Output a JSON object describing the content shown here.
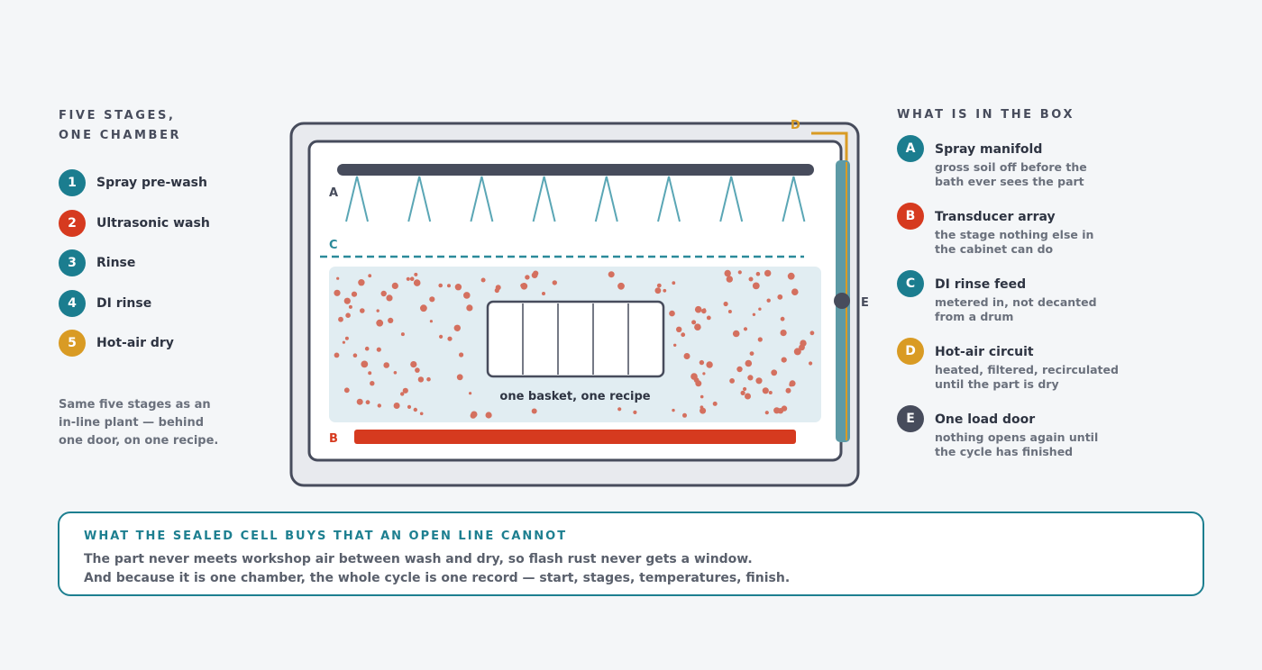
{
  "left_panel": {
    "heading_line1": "FIVE STAGES,",
    "heading_line2": "ONE CHAMBER",
    "stages": [
      {
        "number": "1",
        "label": "Spray pre-wash",
        "color": "#1b7d8f"
      },
      {
        "number": "2",
        "label": "Ultrasonic wash",
        "color": "#d63a1f"
      },
      {
        "number": "3",
        "label": "Rinse",
        "color": "#1b7d8f"
      },
      {
        "number": "4",
        "label": "DI rinse",
        "color": "#1b7d8f"
      },
      {
        "number": "5",
        "label": "Hot-air dry",
        "color": "#d99b24"
      }
    ],
    "note_line1": "Same five stages as an",
    "note_line2": "in-line plant — behind",
    "note_line3": "one door, on one recipe."
  },
  "diagram": {
    "label_a": "A",
    "label_b": "B",
    "label_c": "C",
    "label_d": "D",
    "label_e": "E",
    "basket_caption": "one basket, one recipe",
    "colors": {
      "outline": "#474c5c",
      "spray": "#5aa6b5",
      "bath": "#e1edf2",
      "transducer": "#d63a1f",
      "bubble": "#d4705f",
      "door": "#5d9aa6",
      "air": "#d99b24",
      "rinse_line": "#2b8a9a"
    }
  },
  "right_panel": {
    "heading": "WHAT IS IN THE BOX",
    "components": [
      {
        "letter": "A",
        "title": "Spray manifold",
        "desc_line1": "gross soil off before the",
        "desc_line2": "bath ever sees the part",
        "color": "#1b7d8f"
      },
      {
        "letter": "B",
        "title": "Transducer array",
        "desc_line1": "the stage nothing else in",
        "desc_line2": "the cabinet can do",
        "color": "#d63a1f"
      },
      {
        "letter": "C",
        "title": "DI rinse feed",
        "desc_line1": "metered in, not decanted",
        "desc_line2": "from a drum",
        "color": "#1b7d8f"
      },
      {
        "letter": "D",
        "title": "Hot-air circuit",
        "desc_line1": "heated, filtered, recirculated",
        "desc_line2": "until the part is dry",
        "color": "#d99b24"
      },
      {
        "letter": "E",
        "title": "One load door",
        "desc_line1": "nothing opens again until",
        "desc_line2": "the cycle has finished",
        "color": "#474c5c"
      }
    ]
  },
  "callout": {
    "heading": "WHAT THE SEALED CELL BUYS THAT AN OPEN LINE CANNOT",
    "line1": "The part never meets workshop air between wash and dry, so flash rust never gets a window.",
    "line2": "And because it is one chamber, the whole cycle is one record — start, stages, temperatures, finish."
  }
}
